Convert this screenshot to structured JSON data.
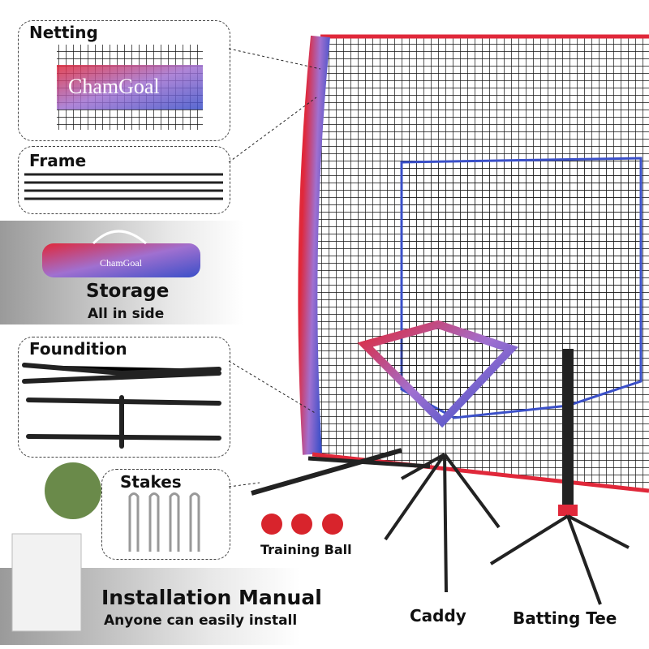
{
  "brand": "ChamGoal",
  "components": {
    "netting": {
      "title": "Netting"
    },
    "frame": {
      "title": "Frame"
    },
    "storage": {
      "title": "Storage",
      "subtitle": "All in side"
    },
    "foundation": {
      "title": "Foundition"
    },
    "stakes": {
      "title": "Stakes"
    },
    "training_ball": {
      "title": "Training Ball"
    },
    "manual": {
      "title": "Installation Manual",
      "subtitle": "Anyone can easily install"
    },
    "caddy": {
      "title": "Caddy"
    },
    "batting_tee": {
      "title": "Batting Tee"
    }
  },
  "colors": {
    "red": "#e0283a",
    "blue": "#3a4fc8",
    "purple": "#a070d0",
    "frame": "#222222"
  }
}
